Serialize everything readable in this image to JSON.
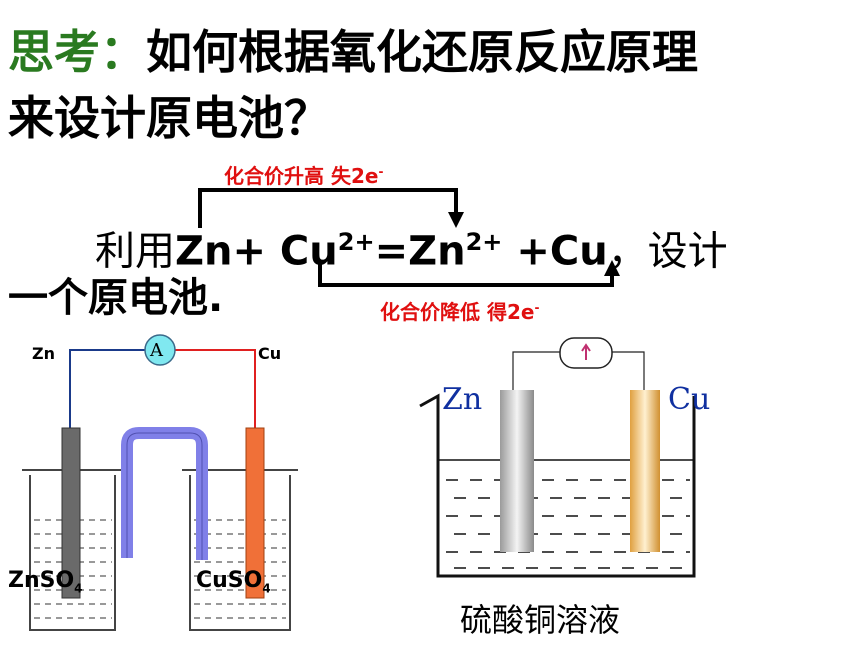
{
  "title": {
    "prefix": "思考：",
    "line1_rest": "如何根据氧化还原反应原理",
    "line2": "来设计原电池？"
  },
  "annotations": {
    "upper_text": "化合价升高 失2e",
    "upper_sup": "-",
    "lower_text": "化合价降低 得2e",
    "lower_sup": "-"
  },
  "equation": {
    "lead": "利用",
    "zn": "Zn+ Cu",
    "cu_charge": "2+",
    "eq": "=Zn",
    "zn_charge": "2+",
    "tail": " +Cu",
    "suffix": "，设计",
    "line2": "一个原电池."
  },
  "left_diagram": {
    "zn_label": "Zn",
    "cu_label": "Cu",
    "meter_label": "A",
    "left_solution": "ZnSO",
    "left_sub": "4",
    "right_solution": "CuSO",
    "right_sub": "4",
    "zn_color": "#6a6a6a",
    "cu_color": "#f07038",
    "salt_bridge_color": "#8080e8",
    "meter_color": "#80e8f0"
  },
  "right_diagram": {
    "zn_label": "Zn",
    "cu_label": "Cu",
    "caption": "硫酸铜溶液"
  }
}
